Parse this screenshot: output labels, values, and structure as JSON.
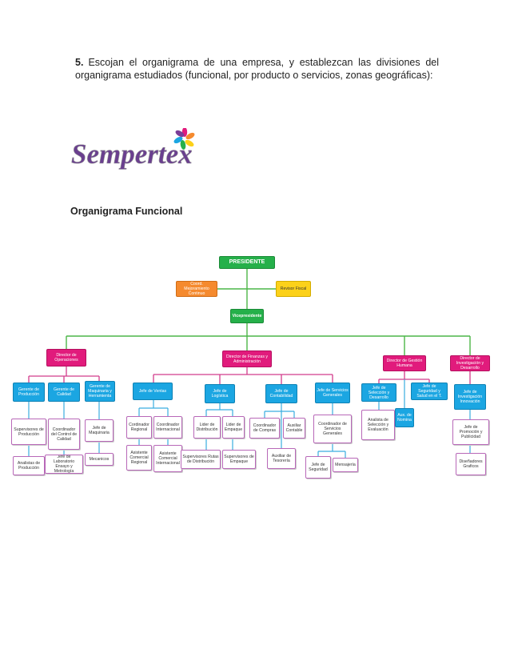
{
  "question": {
    "number": "5.",
    "text": "Escojan el organigrama de una empresa, y establezcan las divisiones del organigrama estudiados (funcional, por producto o servicios, zonas geográficas):"
  },
  "logo": {
    "text": "Sempertex"
  },
  "section_title": "Organigrama Funcional",
  "org": {
    "president": "PRESIDENTE",
    "coord_mejoramiento": "Coord. Mejoramiento Continuo",
    "revisor_fiscal": "Revisor Fiscal",
    "vicepresidente": "Vicepresidente",
    "dir_operaciones": "Director de Operaciones",
    "dir_finanzas": "Director de Finanzas y Administración",
    "dir_gestion_humana": "Director de Gestión Humana",
    "dir_investigacion": "Director de Investigación y Desarrollo",
    "gerente_produccion": "Gerente de Producción",
    "gerente_calidad": "Gerente de Calidad",
    "gerente_maquinaria": "Gerente de Maquinaria y Herramienta",
    "supervisores_produccion": "Supervisores de Producción",
    "analistas_produccion": "Analistas de Producción",
    "coordinador_calidad": "Coordinador del Control de Calidad",
    "jefe_laboratorio": "Jefe de Laboratorio Ensayo y Metrología",
    "jefe_maquinaria": "Jefe de Maquinaria",
    "mecanicos": "Mecanicos",
    "jefe_ventas": "Jefe de Ventas",
    "coordinador_regional": "Cordinador Regional",
    "coordinador_internacional": "Coordinador Internacional",
    "asistente_regional": "Asistente Comercial Regional",
    "asistente_internacional": "Asistente Comercial Internacional",
    "jefe_logistica": "Jefe de Logística",
    "lider_distribucion": "Lider de Distribución",
    "lider_empaque": "Lider de Empaque",
    "supervisores_rutas": "Supervisores Rutas de Distribución",
    "supervisores_empaque": "Supervisores de Empaque",
    "jefe_contabilidad": "Jefe de Contabilidad",
    "coordinador_compras": "Coordinador de Compras",
    "auxiliar_contable": "Auxiliar Contable",
    "auxiliar_tesoreria": "Auxiliar de Tesorería",
    "jefe_servicios": "Jefe de Servicios Generales",
    "coordinador_servicios": "Coordinador de Servicios Generales",
    "jefe_seguridad": "Jefe de Seguridad",
    "mensajeria": "Mensajería",
    "jefe_seleccion": "Jefe de Selección y Desarrollo",
    "jefe_seguridad_salud": "Jefe de Seguridad y Salud en el T.",
    "analista_seleccion": "Analista de Selección y Evaluación",
    "aux_nomina": "Aux. de Nomina",
    "jefe_investigacion": "Jefe de Investigación Innovación",
    "jefe_promocion": "Jefe de Promoción y Publicidad",
    "disenadores_graficos": "Diseñadores Graficos"
  },
  "colors": {
    "green": "#25b04a",
    "orange": "#f58a2e",
    "yellow": "#fcd11a",
    "magenta": "#e11b7c",
    "blue": "#1ba6e2",
    "line_green": "#4cb648",
    "line_magenta": "#d23c8c",
    "line_blue": "#3aaee0"
  }
}
